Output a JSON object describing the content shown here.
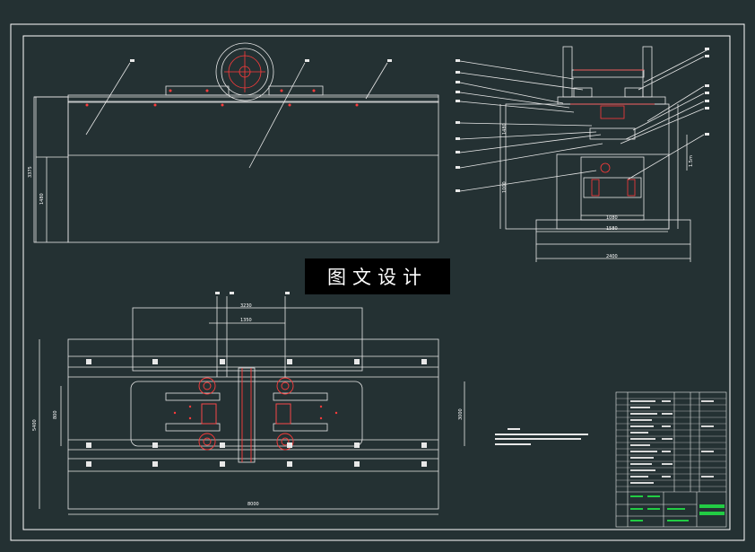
{
  "watermark": {
    "text": "图文设计"
  },
  "dimensions": {
    "front_height_total": "3375",
    "front_height_lower": "1480",
    "side_height_upper": "1480",
    "side_height_lower": "1000",
    "side_width_inner": "1080",
    "side_width_mid": "1580",
    "side_width_outer": "2400",
    "side_right_label": "1.5m",
    "plan_width_top": "3230",
    "plan_width_inner": "1350",
    "plan_height_left": "5400",
    "plan_height_inner": "800",
    "plan_height_right": "3000",
    "plan_length_bottom": "8000"
  },
  "colors": {
    "background": "#243133",
    "line": "#e8e8e8",
    "accent": "#ff3b3b",
    "title_green": "#22cc44"
  }
}
